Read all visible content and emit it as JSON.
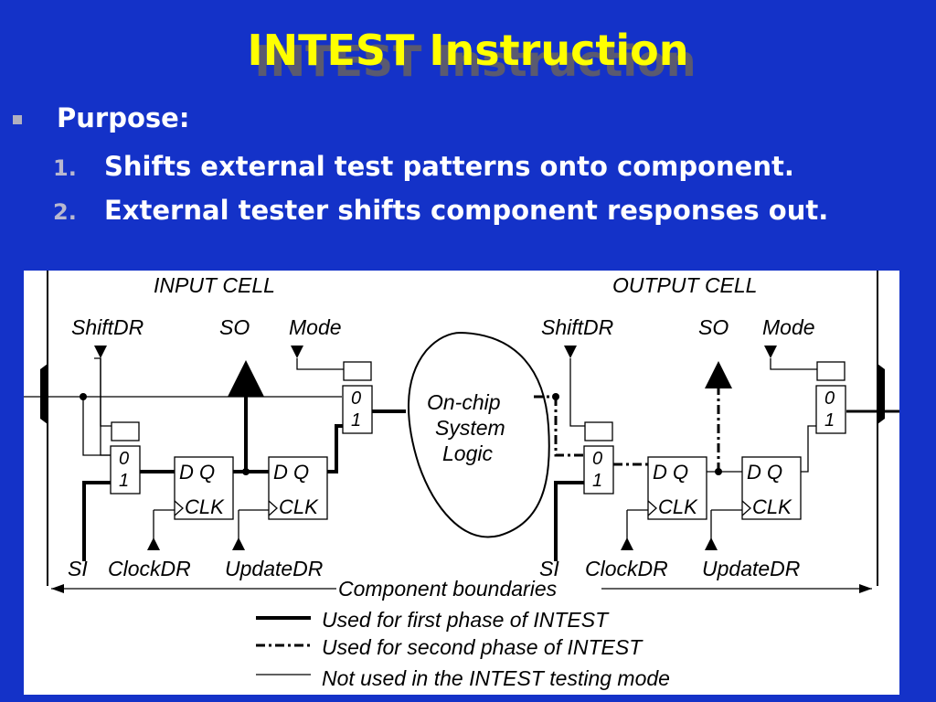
{
  "title": "INTEST Instruction",
  "bullets": {
    "purpose": "Purpose:",
    "items": [
      {
        "num": "1.",
        "text": "Shifts external test patterns onto component."
      },
      {
        "num": "2.",
        "text": "External tester shifts component responses out."
      }
    ]
  },
  "diagram": {
    "input_cell": "INPUT CELL",
    "output_cell": "OUTPUT CELL",
    "shiftdr": "ShiftDR",
    "so": "SO",
    "mode": "Mode",
    "mux_0": "0",
    "mux_1": "1",
    "dq": "D Q",
    "clk": "CLK",
    "system_logic": [
      "On-chip",
      "System",
      "Logic"
    ],
    "si": "SI",
    "clockdr": "ClockDR",
    "updatedr": "UpdateDR",
    "component_boundaries": "Component boundaries",
    "legend": [
      {
        "style": "thick",
        "label": "Used for first phase of INTEST"
      },
      {
        "style": "dashdot",
        "label": "Used for second phase of INTEST"
      },
      {
        "style": "thin",
        "label": "Not used in the INTEST testing mode"
      }
    ]
  },
  "colors": {
    "background": "#1432c8",
    "title": "#ffff00",
    "text": "#ffffff"
  }
}
